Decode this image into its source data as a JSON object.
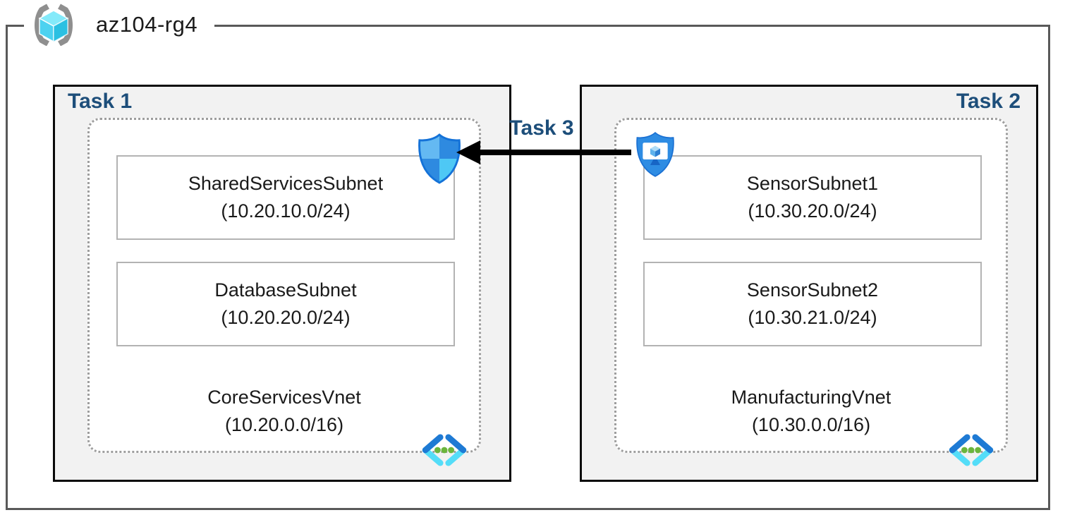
{
  "resource_group": {
    "name": "az104-rg4"
  },
  "vnet_groups": [
    {
      "task_label": "Task 1",
      "vnet_name": "CoreServicesVnet",
      "vnet_cidr": "(10.20.0.0/16)",
      "subnets": [
        {
          "name": "SharedServicesSubnet",
          "cidr": "(10.20.10.0/24)"
        },
        {
          "name": "DatabaseSubnet",
          "cidr": "(10.20.20.0/24)"
        }
      ],
      "badge_icon": "network-security-group-shield"
    },
    {
      "task_label": "Task 2",
      "vnet_name": "ManufacturingVnet",
      "vnet_cidr": "(10.30.0.0/16)",
      "subnets": [
        {
          "name": "SensorSubnet1",
          "cidr": "(10.30.20.0/24)"
        },
        {
          "name": "SensorSubnet2",
          "cidr": "(10.30.21.0/24)"
        }
      ],
      "badge_icon": "application-security-group-shield"
    }
  ],
  "connection": {
    "label": "Task 3",
    "direction": "right-to-left"
  },
  "colors": {
    "task_label_navy": "#1D4E7A",
    "rg_border_gray": "#595959",
    "task_box_bg": "#F2F2F2",
    "task_box_border": "#0A0A0A",
    "dotted_border": "#9E9E9E",
    "subnet_box_border": "#B3B3B3",
    "arrow_black": "#000000",
    "shield_blue": "#2E8CE3",
    "vnet_chevron_dark_blue": "#1E7AD4",
    "vnet_chevron_cyan": "#54DDF8",
    "vnet_dot_green": "#6BB53D",
    "cube_cyan_top": "#84EAFA",
    "cube_cyan_left": "#4DD2F0",
    "cube_cyan_right": "#2BC0E2"
  }
}
